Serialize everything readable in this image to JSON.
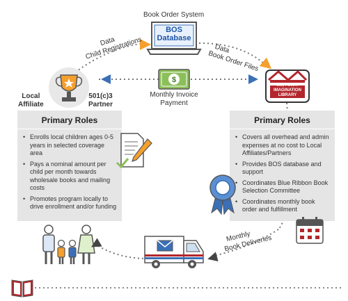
{
  "header": {
    "system_title": "Book Order System",
    "database_label": [
      "BOS",
      "Database"
    ]
  },
  "flows": {
    "left_top": [
      "Data",
      "Child Registrations"
    ],
    "right_top": [
      "Data",
      "Book Order Files"
    ],
    "invoice": [
      "Monthly Invoice",
      "Payment"
    ],
    "delivery": [
      "Monthly",
      "Book Deliveries"
    ]
  },
  "left": {
    "name": [
      "Local",
      "Affiliate"
    ],
    "partner": [
      "501(c)3",
      "Partner"
    ],
    "title": "Primary Roles",
    "items": [
      "Enrolls local children ages 0-5 years in selected coverage area",
      "Pays a nominal amount per child per month towards wholesale books and mailing costs",
      "Promotes program locally to drive enrollment and/or funding"
    ]
  },
  "right": {
    "logo_text": [
      "Dolly Parton's",
      "IMAGINATION",
      "LIBRARY"
    ],
    "title": "Primary Roles",
    "items": [
      "Covers all overhead and admin expenses at no cost to Local Affiliates/Partners",
      "Provides BOS database and support",
      "Coordinates Blue Ribbon Book Selection Committee",
      "Coordinates monthly book order and fulfillment"
    ]
  },
  "colors": {
    "accent": "#f5a02d",
    "blue": "#3b6fb6",
    "panel": "#e5e5e5",
    "green": "#8cbf5a",
    "red": "#b3262c"
  }
}
